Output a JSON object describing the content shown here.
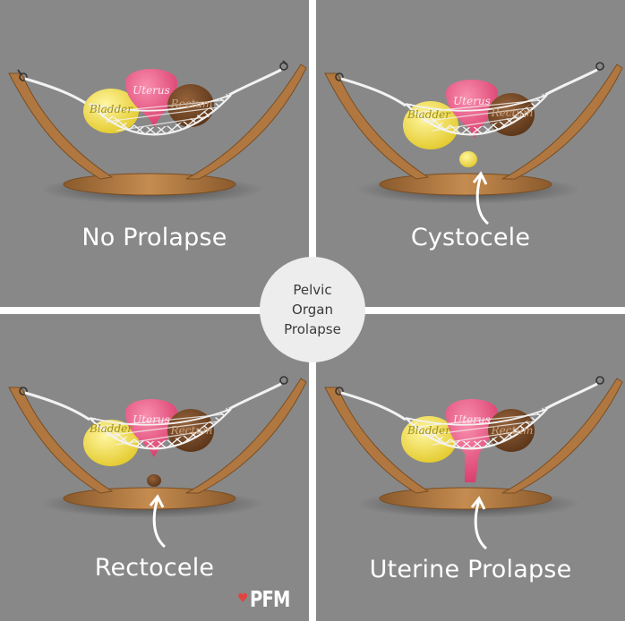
{
  "center": {
    "line1": "Pelvic",
    "line2": "Organ",
    "line3": "Prolapse"
  },
  "organs": {
    "bladder": "Bladder",
    "uterus": "Uterus",
    "rectum": "Rectum"
  },
  "panels": [
    {
      "caption": "No Prolapse"
    },
    {
      "caption": "Cystocele"
    },
    {
      "caption": "Rectocele"
    },
    {
      "caption": "Uterine Prolapse"
    }
  ],
  "logo": {
    "text": "PFM",
    "icon": "heart-icon"
  },
  "colors": {
    "bladder": "#f4e04a",
    "uterus": "#e8507e",
    "rectum": "#6e4226",
    "stand": "#b07840",
    "net": "#f2f2f2",
    "background": "#888888"
  }
}
